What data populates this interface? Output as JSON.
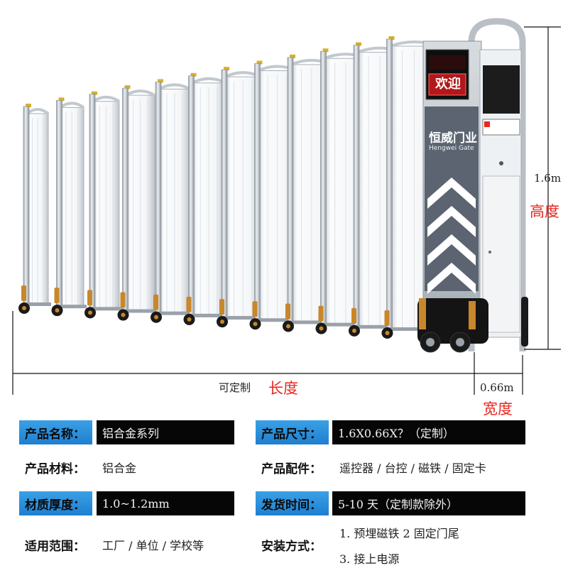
{
  "gate": {
    "screen_text": "欢迎",
    "brand_cn": "恒威门业",
    "brand_en": "Hengwei Gate"
  },
  "dimensions": {
    "height_value": "1.6m",
    "height_label": "高度",
    "length_note": "可定制",
    "length_label": "长度",
    "width_value": "0.66m",
    "width_label": "宽度"
  },
  "specs": {
    "name_label": "产品名称：",
    "name_value": "铝合金系列",
    "size_label": "产品尺寸：",
    "size_value": "1.6X0.66X？（定制）",
    "material_label": "产品材料：",
    "material_value": "铝合金",
    "parts_label": "产品配件：",
    "parts_value": "遥控器 / 台控 / 磁铁 / 固定卡",
    "thickness_label": "材质厚度：",
    "thickness_value": "1.0~1.2mm",
    "delivery_label": "发货时间：",
    "delivery_value": "5-10 天（定制款除外）",
    "scope_label": "适用范围：",
    "scope_value": "工厂 / 单位 / 学校等",
    "install_label": "安装方式：",
    "install_line1": "1. 预埋磁铁 2 固定门尾",
    "install_line2": "3. 接上电源"
  },
  "colors": {
    "accent_blue": "#2a8fdc",
    "accent_red": "#e8261f",
    "panel_dark": "#060606",
    "gate_grey": "#5b6470",
    "gate_panel": "#e9edf0"
  }
}
